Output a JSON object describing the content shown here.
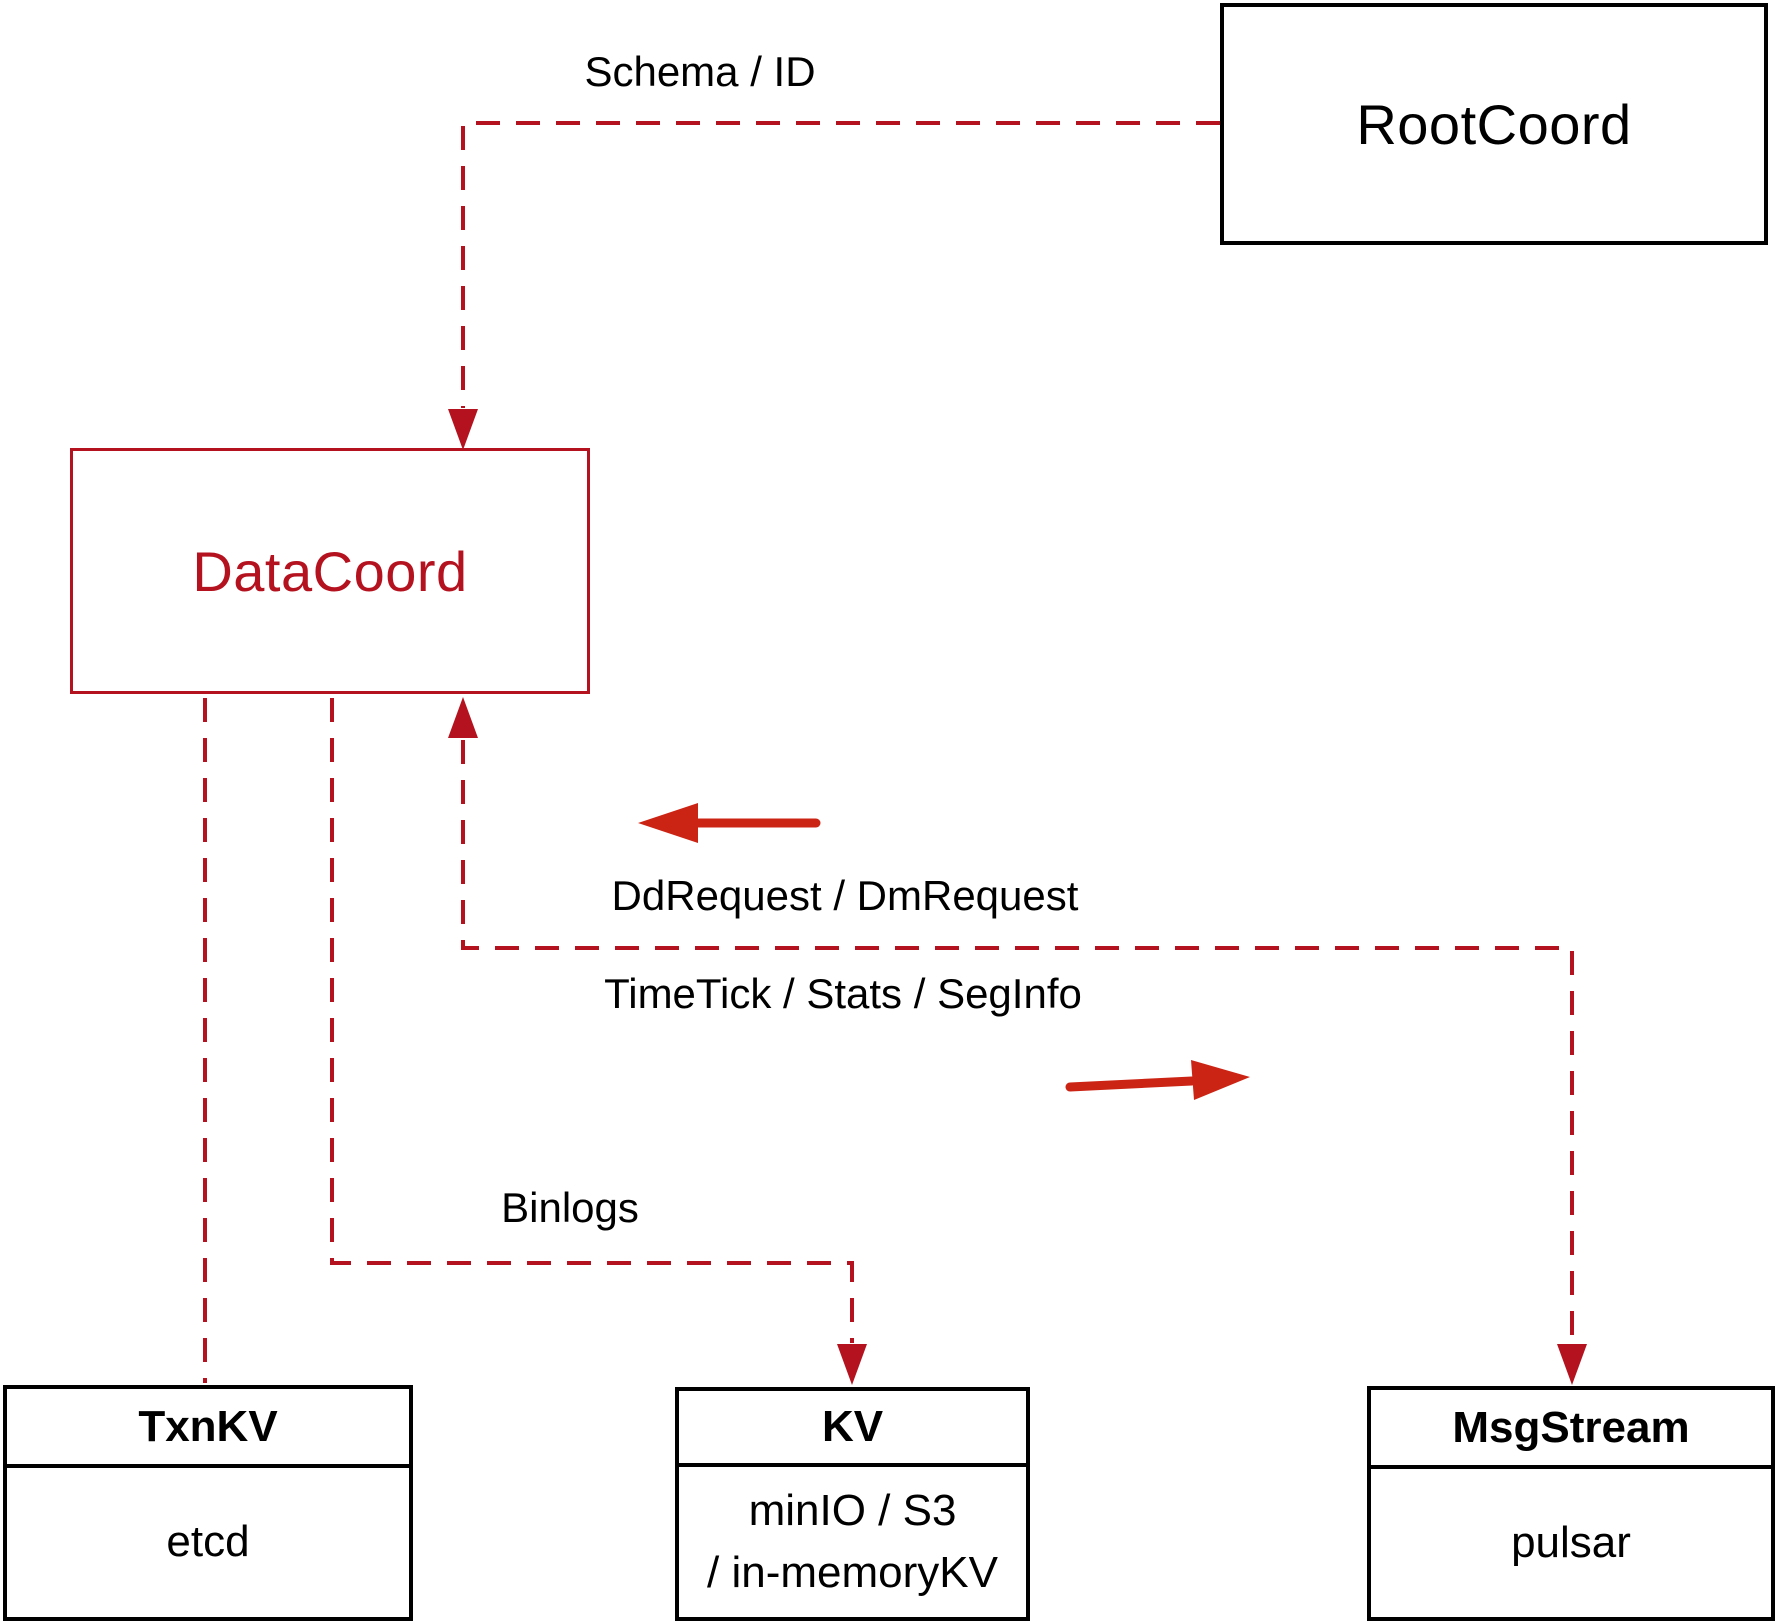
{
  "nodes": {
    "rootcoord": {
      "label": "RootCoord"
    },
    "datacoord": {
      "label": "DataCoord"
    },
    "txnkv": {
      "title": "TxnKV",
      "body": "etcd"
    },
    "kv": {
      "title": "KV",
      "body_line1": "minIO / S3",
      "body_line2": "/ in-memoryKV"
    },
    "msgstream": {
      "title": "MsgStream",
      "body": "pulsar"
    }
  },
  "edge_labels": {
    "schema_id": "Schema / ID",
    "dd_dm_request": "DdRequest / DmRequest",
    "timetick_stats_seginfo": "TimeTick / Stats / SegInfo",
    "binlogs": "Binlogs"
  },
  "colors": {
    "dashed_line": "#b5121f",
    "solid_arrow": "#cc2414",
    "datacoord_accent": "#b5121f",
    "box_border": "#000000"
  }
}
